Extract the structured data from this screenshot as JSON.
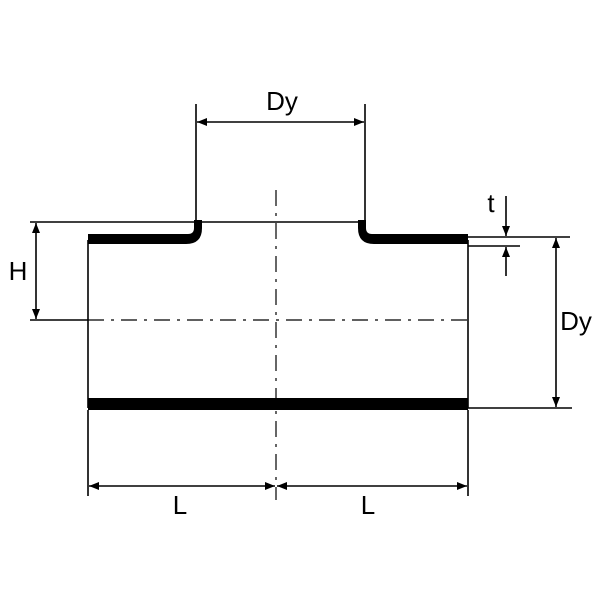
{
  "diagram": {
    "labels": {
      "dy_top": "Dy",
      "dy_right": "Dy",
      "t": "t",
      "h": "H",
      "l_left": "L",
      "l_right": "L"
    }
  }
}
